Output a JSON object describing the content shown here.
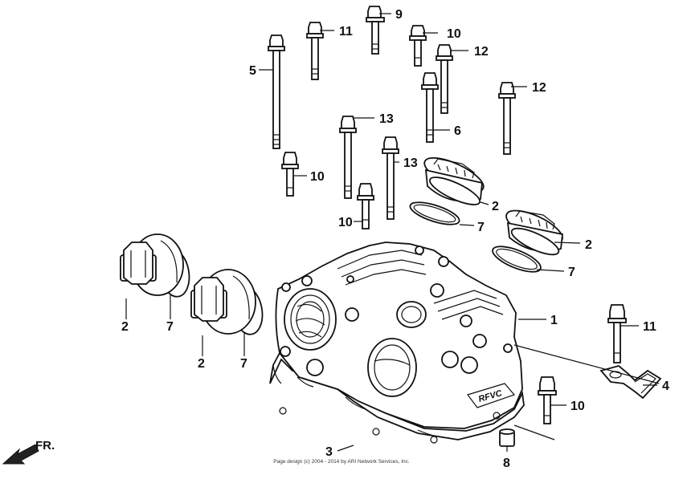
{
  "callouts": {
    "c1": "1",
    "c2a": "2",
    "c2b": "2",
    "c2c": "2",
    "c2d": "2",
    "c3": "3",
    "c4": "4",
    "c5": "5",
    "c6": "6",
    "c7a": "7",
    "c7b": "7",
    "c7c": "7",
    "c7d": "7",
    "c8": "8",
    "c9": "9",
    "c10a": "10",
    "c10b": "10",
    "c10c": "10",
    "c10d": "10",
    "c11a": "11",
    "c11b": "11",
    "c12a": "12",
    "c12b": "12",
    "c13a": "13",
    "c13b": "13"
  },
  "head_cover_emblem": "RFVC",
  "front_arrow_label": "FR.",
  "copyright": "Page design (c) 2004 - 2014 by ARI Network Services, Inc."
}
